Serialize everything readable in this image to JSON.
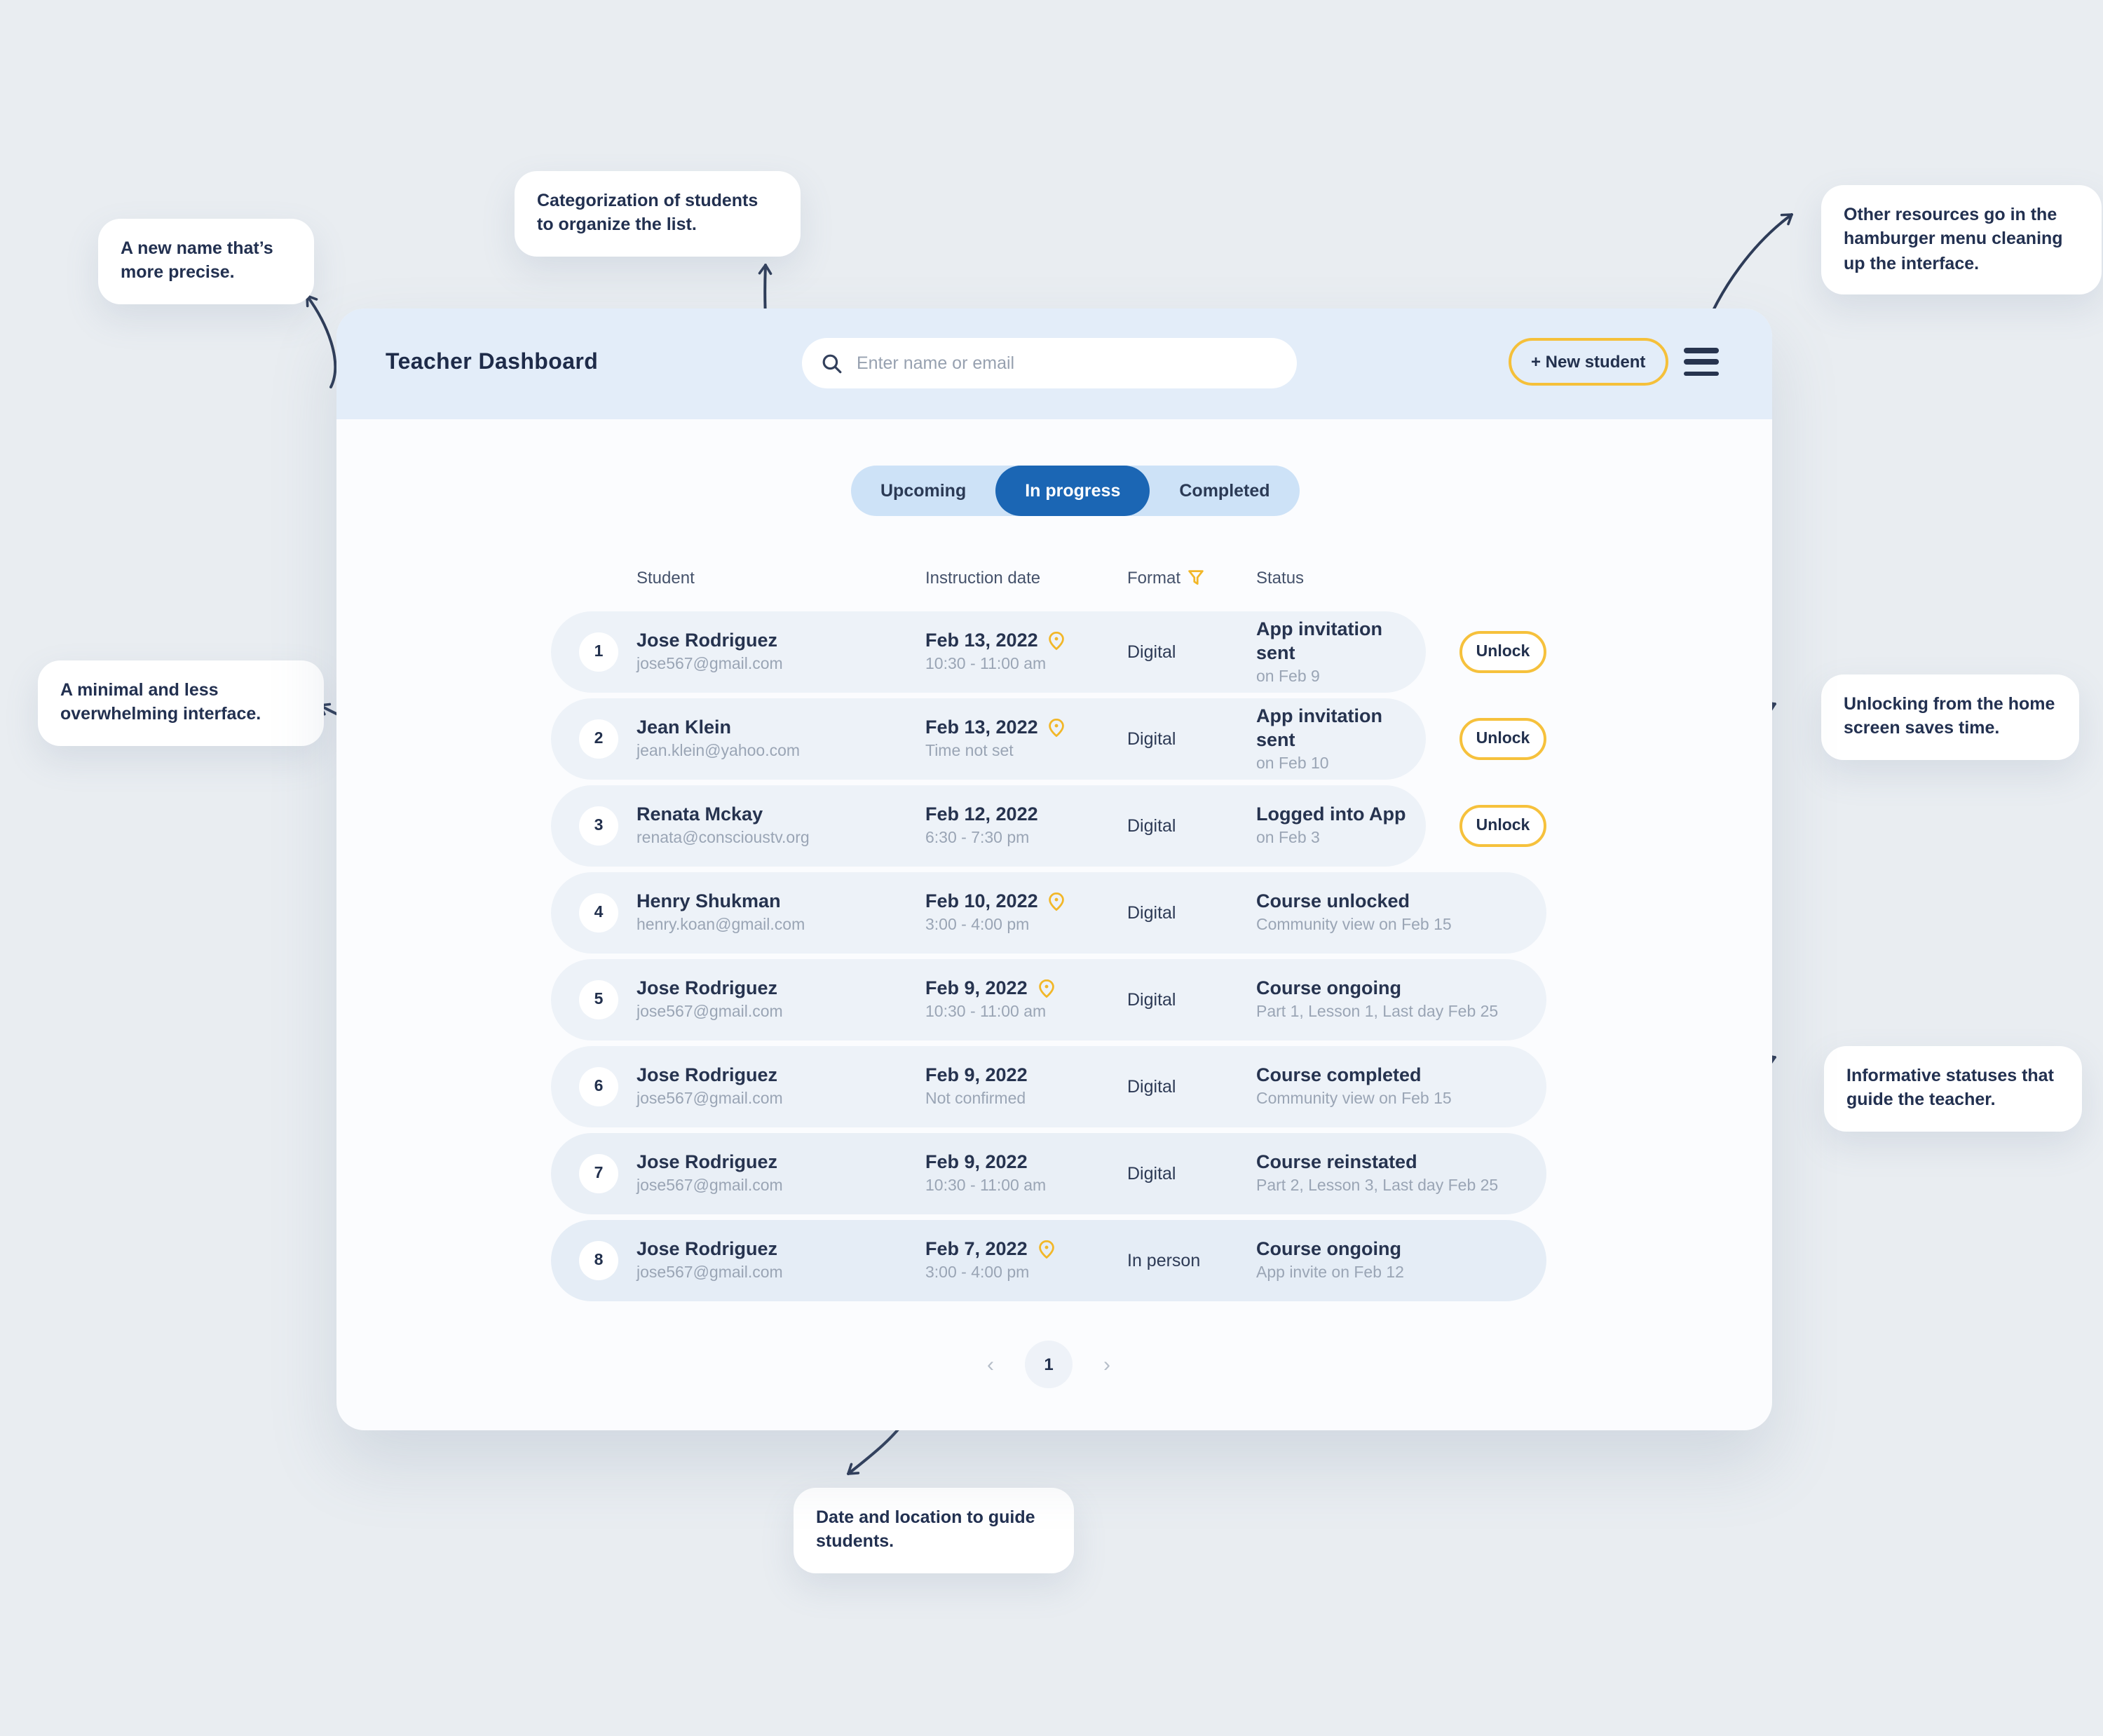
{
  "colors": {
    "accent_yellow": "#F5C03A",
    "active_tab_blue": "#1B66B4",
    "navy_text": "#26334F",
    "muted_text": "#9AA5B5",
    "header_band": "#E3EDF9",
    "row_bg": "#EDF2F8",
    "page_bg": "#E9EDF1"
  },
  "icons": {
    "search": "magnifier",
    "menu": "hamburger",
    "format_filter": "funnel",
    "location": "map-pin",
    "pagination_prev": "chevron-left",
    "pagination_next": "chevron-right"
  },
  "callouts": [
    {
      "text": "A new name that’s more precise."
    },
    {
      "text": "Categorization of students to organize the list."
    },
    {
      "text": "Other resources go in the hamburger menu cleaning up the interface."
    },
    {
      "text": "A minimal and less overwhelming interface."
    },
    {
      "text": "Unlocking from the home screen saves time."
    },
    {
      "text": "Informative statuses that guide the teacher."
    },
    {
      "text": "Date and location to guide students."
    }
  ],
  "header": {
    "title": "Teacher Dashboard",
    "search_placeholder": "Enter name or email",
    "search_value": "",
    "new_student_label": "+ New student"
  },
  "tabs": [
    {
      "label": "Upcoming",
      "active": false
    },
    {
      "label": "In progress",
      "active": true
    },
    {
      "label": "Completed",
      "active": false
    }
  ],
  "table": {
    "columns": [
      "Student",
      "Instruction date",
      "Format",
      "Status"
    ],
    "rows": [
      {
        "num": "1",
        "name": "Jose Rodriguez",
        "email": "jose567@gmail.com",
        "date": "Feb 13, 2022",
        "pin": true,
        "time": "10:30 - 11:00 am",
        "format": "Digital",
        "status": "App invitation sent",
        "status_detail": "on Feb 9",
        "unlock_label": "Unlock"
      },
      {
        "num": "2",
        "name": "Jean Klein",
        "email": "jean.klein@yahoo.com",
        "date": "Feb 13, 2022",
        "pin": true,
        "time": "Time not set",
        "format": "Digital",
        "status": "App invitation sent",
        "status_detail": "on Feb 10",
        "unlock_label": "Unlock"
      },
      {
        "num": "3",
        "name": "Renata Mckay",
        "email": "renata@conscioustv.org",
        "date": "Feb 12, 2022",
        "pin": false,
        "time": "6:30 - 7:30 pm",
        "format": "Digital",
        "status": "Logged into App",
        "status_detail": "on Feb 3",
        "unlock_label": "Unlock"
      },
      {
        "num": "4",
        "name": "Henry Shukman",
        "email": "henry.koan@gmail.com",
        "date": "Feb 10, 2022",
        "pin": true,
        "time": "3:00 - 4:00 pm",
        "format": "Digital",
        "status": "Course unlocked",
        "status_detail": "Community view on Feb 15",
        "unlock_label": null
      },
      {
        "num": "5",
        "name": "Jose Rodriguez",
        "email": "jose567@gmail.com",
        "date": "Feb 9, 2022",
        "pin": true,
        "time": "10:30 - 11:00 am",
        "format": "Digital",
        "status": "Course ongoing",
        "status_detail": "Part 1, Lesson 1, Last day Feb 25",
        "unlock_label": null
      },
      {
        "num": "6",
        "name": "Jose Rodriguez",
        "email": "jose567@gmail.com",
        "date": "Feb 9, 2022",
        "pin": false,
        "time": "Not confirmed",
        "format": "Digital",
        "status": "Course completed",
        "status_detail": "Community view on Feb 15",
        "unlock_label": null
      },
      {
        "num": "7",
        "name": "Jose Rodriguez",
        "email": "jose567@gmail.com",
        "date": "Feb 9, 2022",
        "pin": false,
        "time": "10:30 - 11:00 am",
        "format": "Digital",
        "status": "Course reinstated",
        "status_detail": "Part 2, Lesson 3, Last day Feb 25",
        "unlock_label": null
      },
      {
        "num": "8",
        "name": "Jose Rodriguez",
        "email": "jose567@gmail.com",
        "date": "Feb 7, 2022",
        "pin": true,
        "time": "3:00 - 4:00 pm",
        "format": "In person",
        "status": "Course ongoing",
        "status_detail": "App invite on Feb 12",
        "unlock_label": null
      }
    ]
  },
  "pagination": {
    "prev": "‹",
    "current": "1",
    "next": "›"
  }
}
